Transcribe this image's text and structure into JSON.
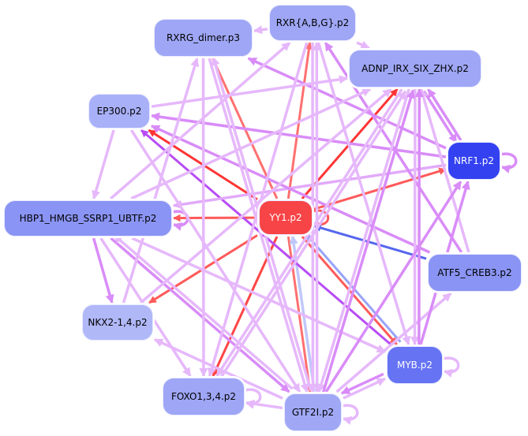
{
  "graph": {
    "nodes": [
      {
        "id": "RXRG_dimer",
        "label": "RXRG_dimer.p3",
        "fill": "#9ea6f5"
      },
      {
        "id": "RXR_ABG",
        "label": "RXR{A,B,G}.p2",
        "fill": "#9ea6f5"
      },
      {
        "id": "ADNP",
        "label": "ADNP_IRX_SIX_ZHX.p2",
        "fill": "#9ea6f5"
      },
      {
        "id": "EP300",
        "label": "EP300.p2",
        "fill": "#a8b0f8"
      },
      {
        "id": "NRF1",
        "label": "NRF1.p2",
        "fill": "#3341f0"
      },
      {
        "id": "HBP1",
        "label": "HBP1_HMGB_SSRP1_UBTF.p2",
        "fill": "#8a94f4"
      },
      {
        "id": "YY1",
        "label": "YY1.p2",
        "fill": "#f74447"
      },
      {
        "id": "ATF5",
        "label": "ATF5_CREB3.p2",
        "fill": "#8a94f4"
      },
      {
        "id": "NKX2",
        "label": "NKX2-1,4.p2",
        "fill": "#b0b8f8"
      },
      {
        "id": "MYB",
        "label": "MYB.p2",
        "fill": "#6673f3"
      },
      {
        "id": "FOXO",
        "label": "FOXO1,3,4.p2",
        "fill": "#9ea6f5"
      },
      {
        "id": "GTF2I",
        "label": "GTF2I.p2",
        "fill": "#a0a8f6"
      }
    ],
    "edges": [
      {
        "from": "YY1",
        "to": "RXRG_dimer",
        "color": "#ff7070"
      },
      {
        "from": "YY1",
        "to": "RXR_ABG",
        "color": "#ff7070"
      },
      {
        "from": "YY1",
        "to": "ADNP",
        "color": "#ff3535"
      },
      {
        "from": "YY1",
        "to": "EP300",
        "color": "#ff3535"
      },
      {
        "from": "YY1",
        "to": "NRF1",
        "color": "#ff5a5a"
      },
      {
        "from": "YY1",
        "to": "HBP1",
        "color": "#ff5a5a"
      },
      {
        "from": "YY1",
        "to": "NKX2",
        "color": "#ff5a5a"
      },
      {
        "from": "YY1",
        "to": "FOXO",
        "color": "#ff4545"
      },
      {
        "from": "YY1",
        "to": "MYB",
        "color": "#ff5a5a"
      },
      {
        "from": "YY1",
        "to": "GTF2I",
        "color": "#ff7070"
      },
      {
        "from": "YY1",
        "to": "YY1",
        "color": "#ff5a5a"
      },
      {
        "from": "ATF5",
        "to": "YY1",
        "color": "#5566ee"
      },
      {
        "from": "MYB",
        "to": "YY1",
        "color": "#98a4f8"
      },
      {
        "from": "GTF2I",
        "to": "YY1",
        "color": "#c0c8fa"
      },
      {
        "from": "MYB",
        "to": "EP300",
        "color": "#b84cf5"
      },
      {
        "from": "NRF1",
        "to": "RXRG_dimer",
        "color": "#d98cf8"
      },
      {
        "from": "NRF1",
        "to": "EP300",
        "color": "#d98cf8"
      },
      {
        "from": "NRF1",
        "to": "ADNP",
        "color": "#d98cf8"
      },
      {
        "from": "ADNP",
        "to": "NRF1",
        "color": "#d98cf8"
      },
      {
        "from": "NRF1",
        "to": "NRF1",
        "color": "#d98cf8"
      },
      {
        "from": "NRF1",
        "to": "HBP1",
        "color": "#e2aafa"
      },
      {
        "from": "ATF5",
        "to": "EP300",
        "color": "#d98cf8"
      },
      {
        "from": "ATF5",
        "to": "RXR_ABG",
        "color": "#d98cf8"
      },
      {
        "from": "ATF5",
        "to": "ADNP",
        "color": "#e6b8fb"
      },
      {
        "from": "HBP1",
        "to": "HBP1",
        "color": "#d98cf8"
      },
      {
        "from": "HBP1",
        "to": "NKX2",
        "color": "#d98cf8"
      },
      {
        "from": "HBP1",
        "to": "MYB",
        "color": "#e6b8fb"
      },
      {
        "from": "HBP1",
        "to": "GTF2I",
        "color": "#d98cf8"
      },
      {
        "from": "HBP1",
        "to": "FOXO",
        "color": "#e6b8fb"
      },
      {
        "from": "HBP1",
        "to": "RXR_ABG",
        "color": "#e6b8fb"
      },
      {
        "from": "HBP1",
        "to": "ADNP",
        "color": "#e6b8fb"
      },
      {
        "from": "EP300",
        "to": "HBP1",
        "color": "#e6b8fb"
      },
      {
        "from": "EP300",
        "to": "ADNP",
        "color": "#e6b8fb"
      },
      {
        "from": "EP300",
        "to": "GTF2I",
        "color": "#e6b8fb"
      },
      {
        "from": "RXRG_dimer",
        "to": "FOXO",
        "color": "#e6b8fb"
      },
      {
        "from": "RXRG_dimer",
        "to": "GTF2I",
        "color": "#e6b8fb"
      },
      {
        "from": "RXR_ABG",
        "to": "RXRG_dimer",
        "color": "#e6b8fb"
      },
      {
        "from": "RXR_ABG",
        "to": "FOXO",
        "color": "#e6b8fb"
      },
      {
        "from": "RXR_ABG",
        "to": "GTF2I",
        "color": "#e6b8fb"
      },
      {
        "from": "RXR_ABG",
        "to": "MYB",
        "color": "#e6b8fb"
      },
      {
        "from": "RXR_ABG",
        "to": "ADNP",
        "color": "#e6b8fb"
      },
      {
        "from": "ADNP",
        "to": "GTF2I",
        "color": "#e6b8fb"
      },
      {
        "from": "ADNP",
        "to": "MYB",
        "color": "#e6b8fb"
      },
      {
        "from": "ADNP",
        "to": "FOXO",
        "color": "#e6b8fb"
      },
      {
        "from": "GTF2I",
        "to": "RXR_ABG",
        "color": "#e6b8fb"
      },
      {
        "from": "GTF2I",
        "to": "ADNP",
        "color": "#d98cf8"
      },
      {
        "from": "GTF2I",
        "to": "NRF1",
        "color": "#d98cf8"
      },
      {
        "from": "GTF2I",
        "to": "RXRG_dimer",
        "color": "#e6b8fb"
      },
      {
        "from": "GTF2I",
        "to": "FOXO",
        "color": "#e6b8fb"
      },
      {
        "from": "GTF2I",
        "to": "NKX2",
        "color": "#e6b8fb"
      },
      {
        "from": "GTF2I",
        "to": "ATF5",
        "color": "#e6b8fb"
      },
      {
        "from": "GTF2I",
        "to": "MYB",
        "color": "#e6b8fb"
      },
      {
        "from": "GTF2I",
        "to": "HBP1",
        "color": "#e6b8fb"
      },
      {
        "from": "GTF2I",
        "to": "GTF2I",
        "color": "#e6b8fb"
      },
      {
        "from": "MYB",
        "to": "NRF1",
        "color": "#d98cf8"
      },
      {
        "from": "MYB",
        "to": "ADNP",
        "color": "#d98cf8"
      },
      {
        "from": "MYB",
        "to": "GTF2I",
        "color": "#d98cf8"
      },
      {
        "from": "MYB",
        "to": "MYB",
        "color": "#e6b8fb"
      },
      {
        "from": "FOXO",
        "to": "FOXO",
        "color": "#e6b8fb"
      },
      {
        "from": "FOXO",
        "to": "ADNP",
        "color": "#e6b8fb"
      },
      {
        "from": "NKX2",
        "to": "RXRG_dimer",
        "color": "#e6b8fb"
      },
      {
        "from": "NKX2",
        "to": "ADNP",
        "color": "#e6b8fb"
      }
    ]
  }
}
